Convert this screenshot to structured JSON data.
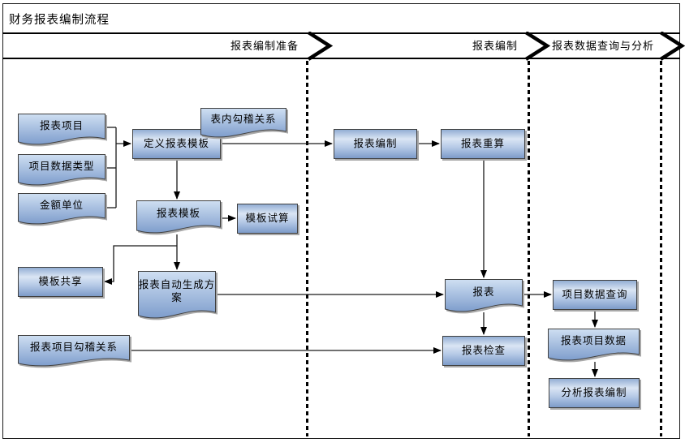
{
  "title": "财务报表编制流程",
  "lanes": [
    {
      "label": "报表编制准备"
    },
    {
      "label": "报表编制"
    },
    {
      "label": "报表数据查询与分析"
    }
  ],
  "colors": {
    "doc_top": "#cfdff2",
    "doc_bottom": "#7e9dcc",
    "proc_top": "#93aed4",
    "proc_light": "#dae5f4",
    "proc_bottom": "#7d9bc9",
    "border": "#404040",
    "shadow": "#a8a8a8",
    "line": "#000000"
  },
  "nodes": {
    "report_items": {
      "label": "报表项目",
      "type": "document"
    },
    "item_data_type": {
      "label": "项目数据类型",
      "type": "document"
    },
    "amount_unit": {
      "label": "金额单位",
      "type": "document"
    },
    "define_template": {
      "label": "定义报表模板",
      "type": "process"
    },
    "intra_check": {
      "label": "表内勾稽关系",
      "type": "document"
    },
    "report_template": {
      "label": "报表模板",
      "type": "document"
    },
    "template_trial": {
      "label": "模板试算",
      "type": "process"
    },
    "template_share": {
      "label": "模板共享",
      "type": "process"
    },
    "auto_generate": {
      "label": "报表自动生成方案",
      "type": "document"
    },
    "item_check_rel": {
      "label": "报表项目勾稽关系",
      "type": "document"
    },
    "report_compile": {
      "label": "报表编制",
      "type": "process"
    },
    "report_recalc": {
      "label": "报表重算",
      "type": "process"
    },
    "report": {
      "label": "报表",
      "type": "document"
    },
    "report_check": {
      "label": "报表检查",
      "type": "process"
    },
    "item_data_query": {
      "label": "项目数据查询",
      "type": "process"
    },
    "report_item_data": {
      "label": "报表项目数据",
      "type": "document"
    },
    "analysis_compile": {
      "label": "分析报表编制",
      "type": "process"
    }
  }
}
